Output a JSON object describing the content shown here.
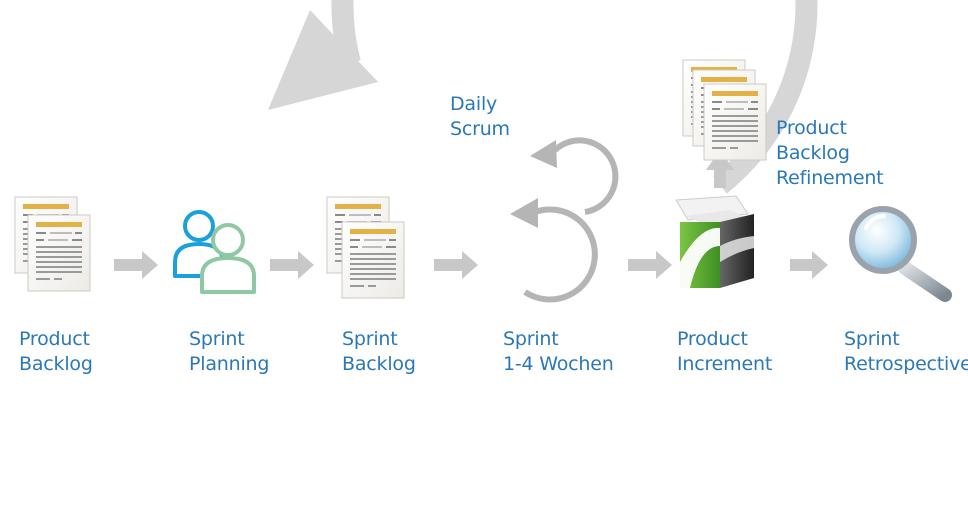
{
  "diagram": {
    "stages": [
      {
        "id": "product-backlog",
        "line1": "Product",
        "line2": "Backlog"
      },
      {
        "id": "sprint-planning",
        "line1": "Sprint",
        "line2": "Planning"
      },
      {
        "id": "sprint-backlog",
        "line1": "Sprint",
        "line2": "Backlog"
      },
      {
        "id": "sprint",
        "line1": "Sprint",
        "line2": "1-4 Wochen"
      },
      {
        "id": "product-increment",
        "line1": "Product",
        "line2": "Increment"
      },
      {
        "id": "sprint-retrospective",
        "line1": "Sprint",
        "line2": "Retrospective"
      }
    ],
    "daily_scrum": {
      "line1": "Daily",
      "line2": "Scrum"
    },
    "refinement": {
      "line1": "Product",
      "line2": "Backlog",
      "line3": "Refinement"
    },
    "colors": {
      "label_text": "#2b78b8",
      "cycle_arrow": "#d6d6d6",
      "flow_arrow": "#c8c8c8",
      "planning_person_front": "#8fc9a4",
      "planning_person_back": "#1aa0dc",
      "box_green": "#5fb332",
      "doc_header": "#e3b146"
    },
    "icons": [
      "document-stack-icon",
      "people-icon",
      "loop-arrow-icon",
      "product-box-icon",
      "magnifier-icon"
    ]
  }
}
